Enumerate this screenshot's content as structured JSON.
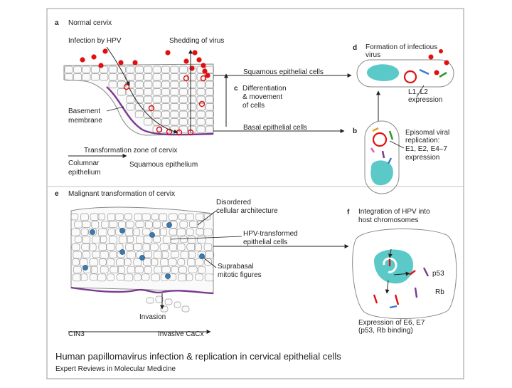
{
  "panel_a": {
    "letter": "a",
    "heading": "Normal cervix",
    "infection": "Infection by HPV",
    "shedding": "Shedding of virus",
    "basement_1": "Basement",
    "basement_2": "membrane",
    "squamous_cells": "Squamous epithelial cells",
    "basal_cells": "Basal epithelial cells",
    "transformation_zone": "Transformation zone of cervix",
    "columnar_1": "Columnar",
    "columnar_2": "epithelium",
    "squamous_epithelium": "Squamous epithelium"
  },
  "panel_b": {
    "letter": "b",
    "line1": "Episomal viral",
    "line2": "replication:",
    "line3": "E1, E2, E4–7",
    "line4": "expression"
  },
  "panel_c": {
    "letter": "c",
    "line1": "Differentiation",
    "line2": "& movement",
    "line3": "of cells"
  },
  "panel_d": {
    "letter": "d",
    "line1": "Formation of infectious",
    "line2": "virus",
    "expr1": "L1, L2",
    "expr2": "expression"
  },
  "panel_e": {
    "letter": "e",
    "heading": "Malignant transformation of cervix",
    "disordered_1": "Disordered",
    "disordered_2": "cellular architecture",
    "hpv_1": "HPV-transformed",
    "hpv_2": "epithelial cells",
    "mitotic_1": "Suprabasal",
    "mitotic_2": "mitotic figures",
    "invasion": "Invasion",
    "cin3": "CIN3",
    "invasive": "Invasive CaCx"
  },
  "panel_f": {
    "letter": "f",
    "line1": "Integration of HPV into",
    "line2": "host chromosomes",
    "p53": "p53",
    "rb": "Rb",
    "expr1": "Expression of E6, E7",
    "expr2": "(p53, Rb binding)"
  },
  "footer": {
    "title": "Human papillomavirus infection & replication in cervical epithelial cells",
    "source": "Expert Reviews in Molecular Medicine"
  },
  "colors": {
    "virus": "#e01010",
    "basement": "#7a3b8f",
    "nucleus": "#5cc9c9",
    "cell_line": "#8a8a8a"
  }
}
